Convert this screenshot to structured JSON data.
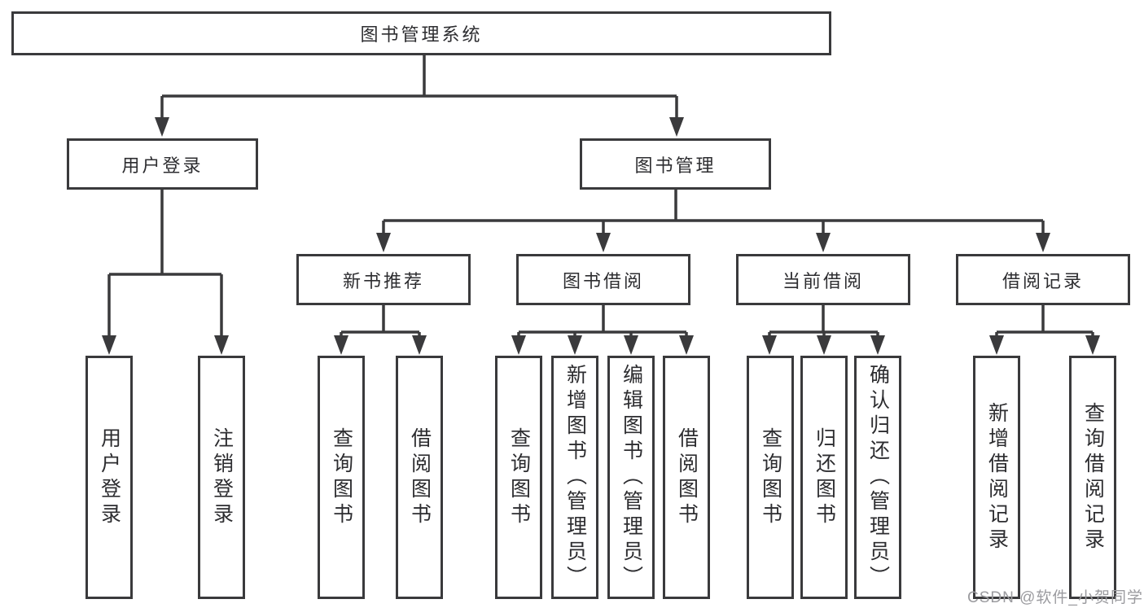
{
  "colors": {
    "background": "#ffffff",
    "box_background": "#ffffff",
    "line": "#3a3a3c",
    "text": "#2d2d30",
    "watermark_text": "#9b9b9f"
  },
  "watermark": "CSDN @软件_小贺同学",
  "tree": {
    "root": "图书管理系统",
    "branches": [
      {
        "label": "用户登录",
        "children": [
          {
            "label": "用户登录"
          },
          {
            "label": "注销登录"
          }
        ]
      },
      {
        "label": "图书管理",
        "children": [
          {
            "label": "新书推荐",
            "children": [
              {
                "label": "查询图书"
              },
              {
                "label": "借阅图书"
              }
            ]
          },
          {
            "label": "图书借阅",
            "children": [
              {
                "label": "查询图书"
              },
              {
                "label": "新增图书（管理员）"
              },
              {
                "label": "编辑图书（管理员）"
              },
              {
                "label": "借阅图书"
              }
            ]
          },
          {
            "label": "当前借阅",
            "children": [
              {
                "label": "查询图书"
              },
              {
                "label": "归还图书"
              },
              {
                "label": "确认归还（管理员）"
              }
            ]
          },
          {
            "label": "借阅记录",
            "children": [
              {
                "label": "新增借阅记录"
              },
              {
                "label": "查询借阅记录"
              }
            ]
          }
        ]
      }
    ]
  }
}
